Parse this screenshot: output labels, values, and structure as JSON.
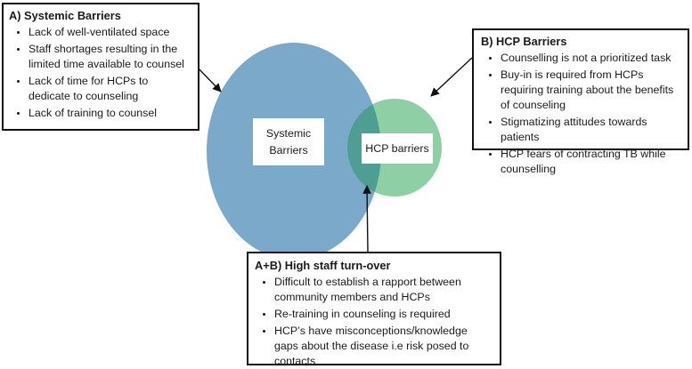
{
  "venn": {
    "systemic_label": "Systemic Barriers",
    "hcp_label": "HCP barriers",
    "colors": {
      "systemic_circle": "#7aa9c9",
      "hcp_circle": "#8fcfa6",
      "overlap": "#4e9e93"
    }
  },
  "box_a": {
    "title": "A) Systemic Barriers",
    "items": [
      "Lack of well-ventilated space",
      "Staff shortages resulting in the limited time available to counsel",
      "Lack of time for HCPs to dedicate to counseling",
      "Lack of training to counsel"
    ]
  },
  "box_b": {
    "title": "B) HCP Barriers",
    "items": [
      "Counselling is not a prioritized task",
      "Buy-in is required from HCPs requiring training about the benefits of counseling",
      "Stigmatizing attitudes towards patients",
      "HCP fears of contracting TB while counselling"
    ]
  },
  "box_ab": {
    "title": "A+B) High staff turn-over",
    "items": [
      "Difficult to establish a rapport between community members and HCPs",
      "Re-training in counseling is required",
      "HCP’s have misconceptions/knowledge gaps about the disease i.e risk posed to contacts"
    ]
  }
}
